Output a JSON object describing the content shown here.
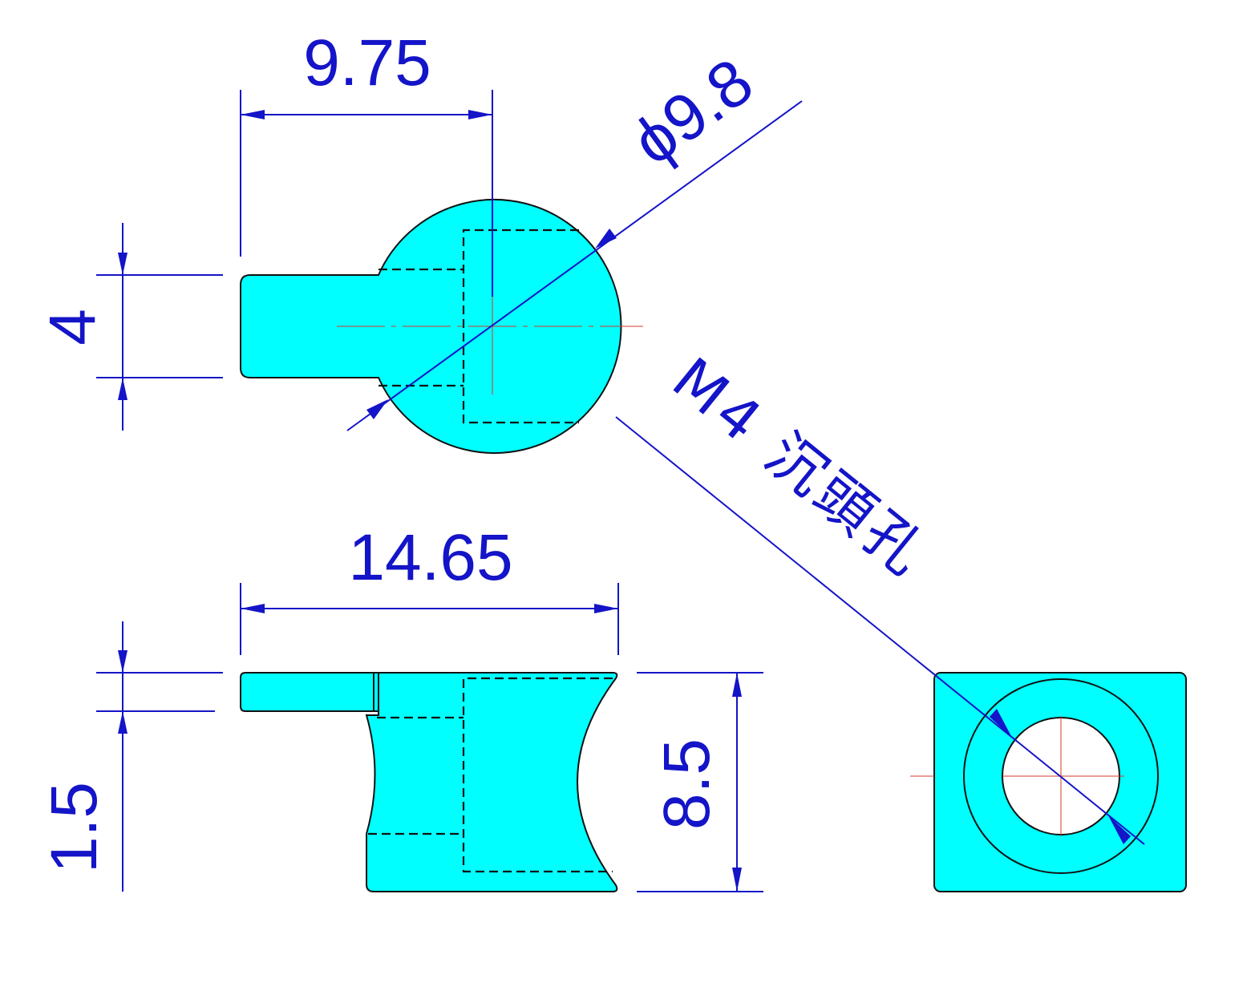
{
  "drawing": {
    "title": "Part drawing with three orthographic views",
    "colors": {
      "part_fill": "#00ffff",
      "dimension": "#1414c8",
      "outline": "#111111",
      "center_line": "#d33a2c"
    },
    "dimensions": {
      "top_view_offset": "9.75",
      "top_view_diameter": "ϕ9.8",
      "top_view_tab_width": "4",
      "front_view_length": "14.65",
      "front_view_tab_thickness": "1.5",
      "front_view_height": "8.5"
    },
    "notes": {
      "hole_callout": "M4 沉頭孔"
    }
  }
}
